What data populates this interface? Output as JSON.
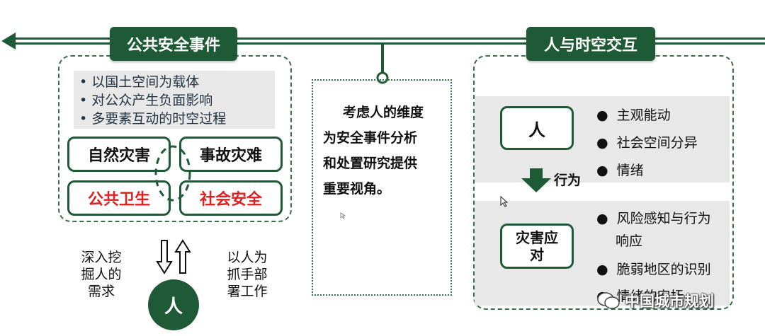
{
  "left_tag": "公共安全事件",
  "right_tag": "人与时空交互",
  "left_bullets": [
    "以国土空间为载体",
    "对公众产生负面影响",
    "多要素互动的时空过程"
  ],
  "types": {
    "natural": "自然灾害",
    "accident": "事故灾难",
    "health": "公共卫生",
    "social": "社会安全"
  },
  "left_bottom": {
    "left_text": [
      "深入挖",
      "掘人的",
      "需求"
    ],
    "right_text": [
      "以人为",
      "抓手部",
      "署工作"
    ],
    "circle_label": "人"
  },
  "center_text": [
    "考虑人的维度",
    "为安全事件分析",
    "和处置研究提供",
    "重要视角。"
  ],
  "right_panel": {
    "person_label": "人",
    "person_bullets": [
      "主观能动",
      "社会空间分异",
      "情绪"
    ],
    "arrow_label": "行为",
    "response_label": [
      "灾害应",
      "对"
    ],
    "response_bullets": [
      "风险感知与行为",
      "响应",
      "脆弱地区的识别",
      "情绪的安抚"
    ]
  },
  "watermark": "中国城市规划",
  "colors": {
    "brand_green": "#1f5a36",
    "alert_red": "#e02020"
  }
}
